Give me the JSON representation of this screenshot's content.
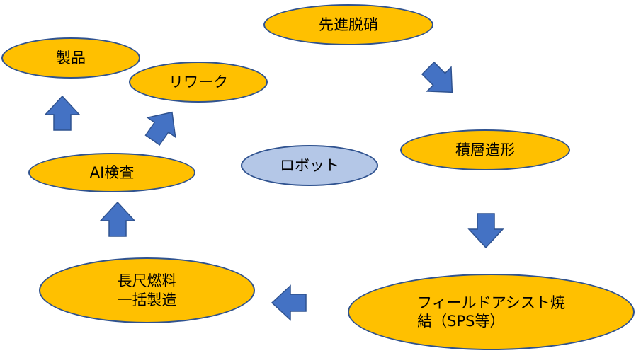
{
  "nodes": {
    "advanced_denitration": "先進脱硝",
    "additive_manufacturing": "積層造形",
    "field_assisted_sintering_line1": "フィールドアシスト焼",
    "field_assisted_sintering_line2": "結（SPS等）",
    "long_fuel_line1": "長尺燃料",
    "long_fuel_line2": "一括製造",
    "ai_inspection": "AI検査",
    "product": "製品",
    "rework": "リワーク",
    "robot": "ロボット"
  },
  "colors": {
    "node_fill": "#ffc000",
    "robot_fill": "#b4c7e7",
    "node_border": "#2f528f",
    "arrow_fill": "#4472c4"
  }
}
